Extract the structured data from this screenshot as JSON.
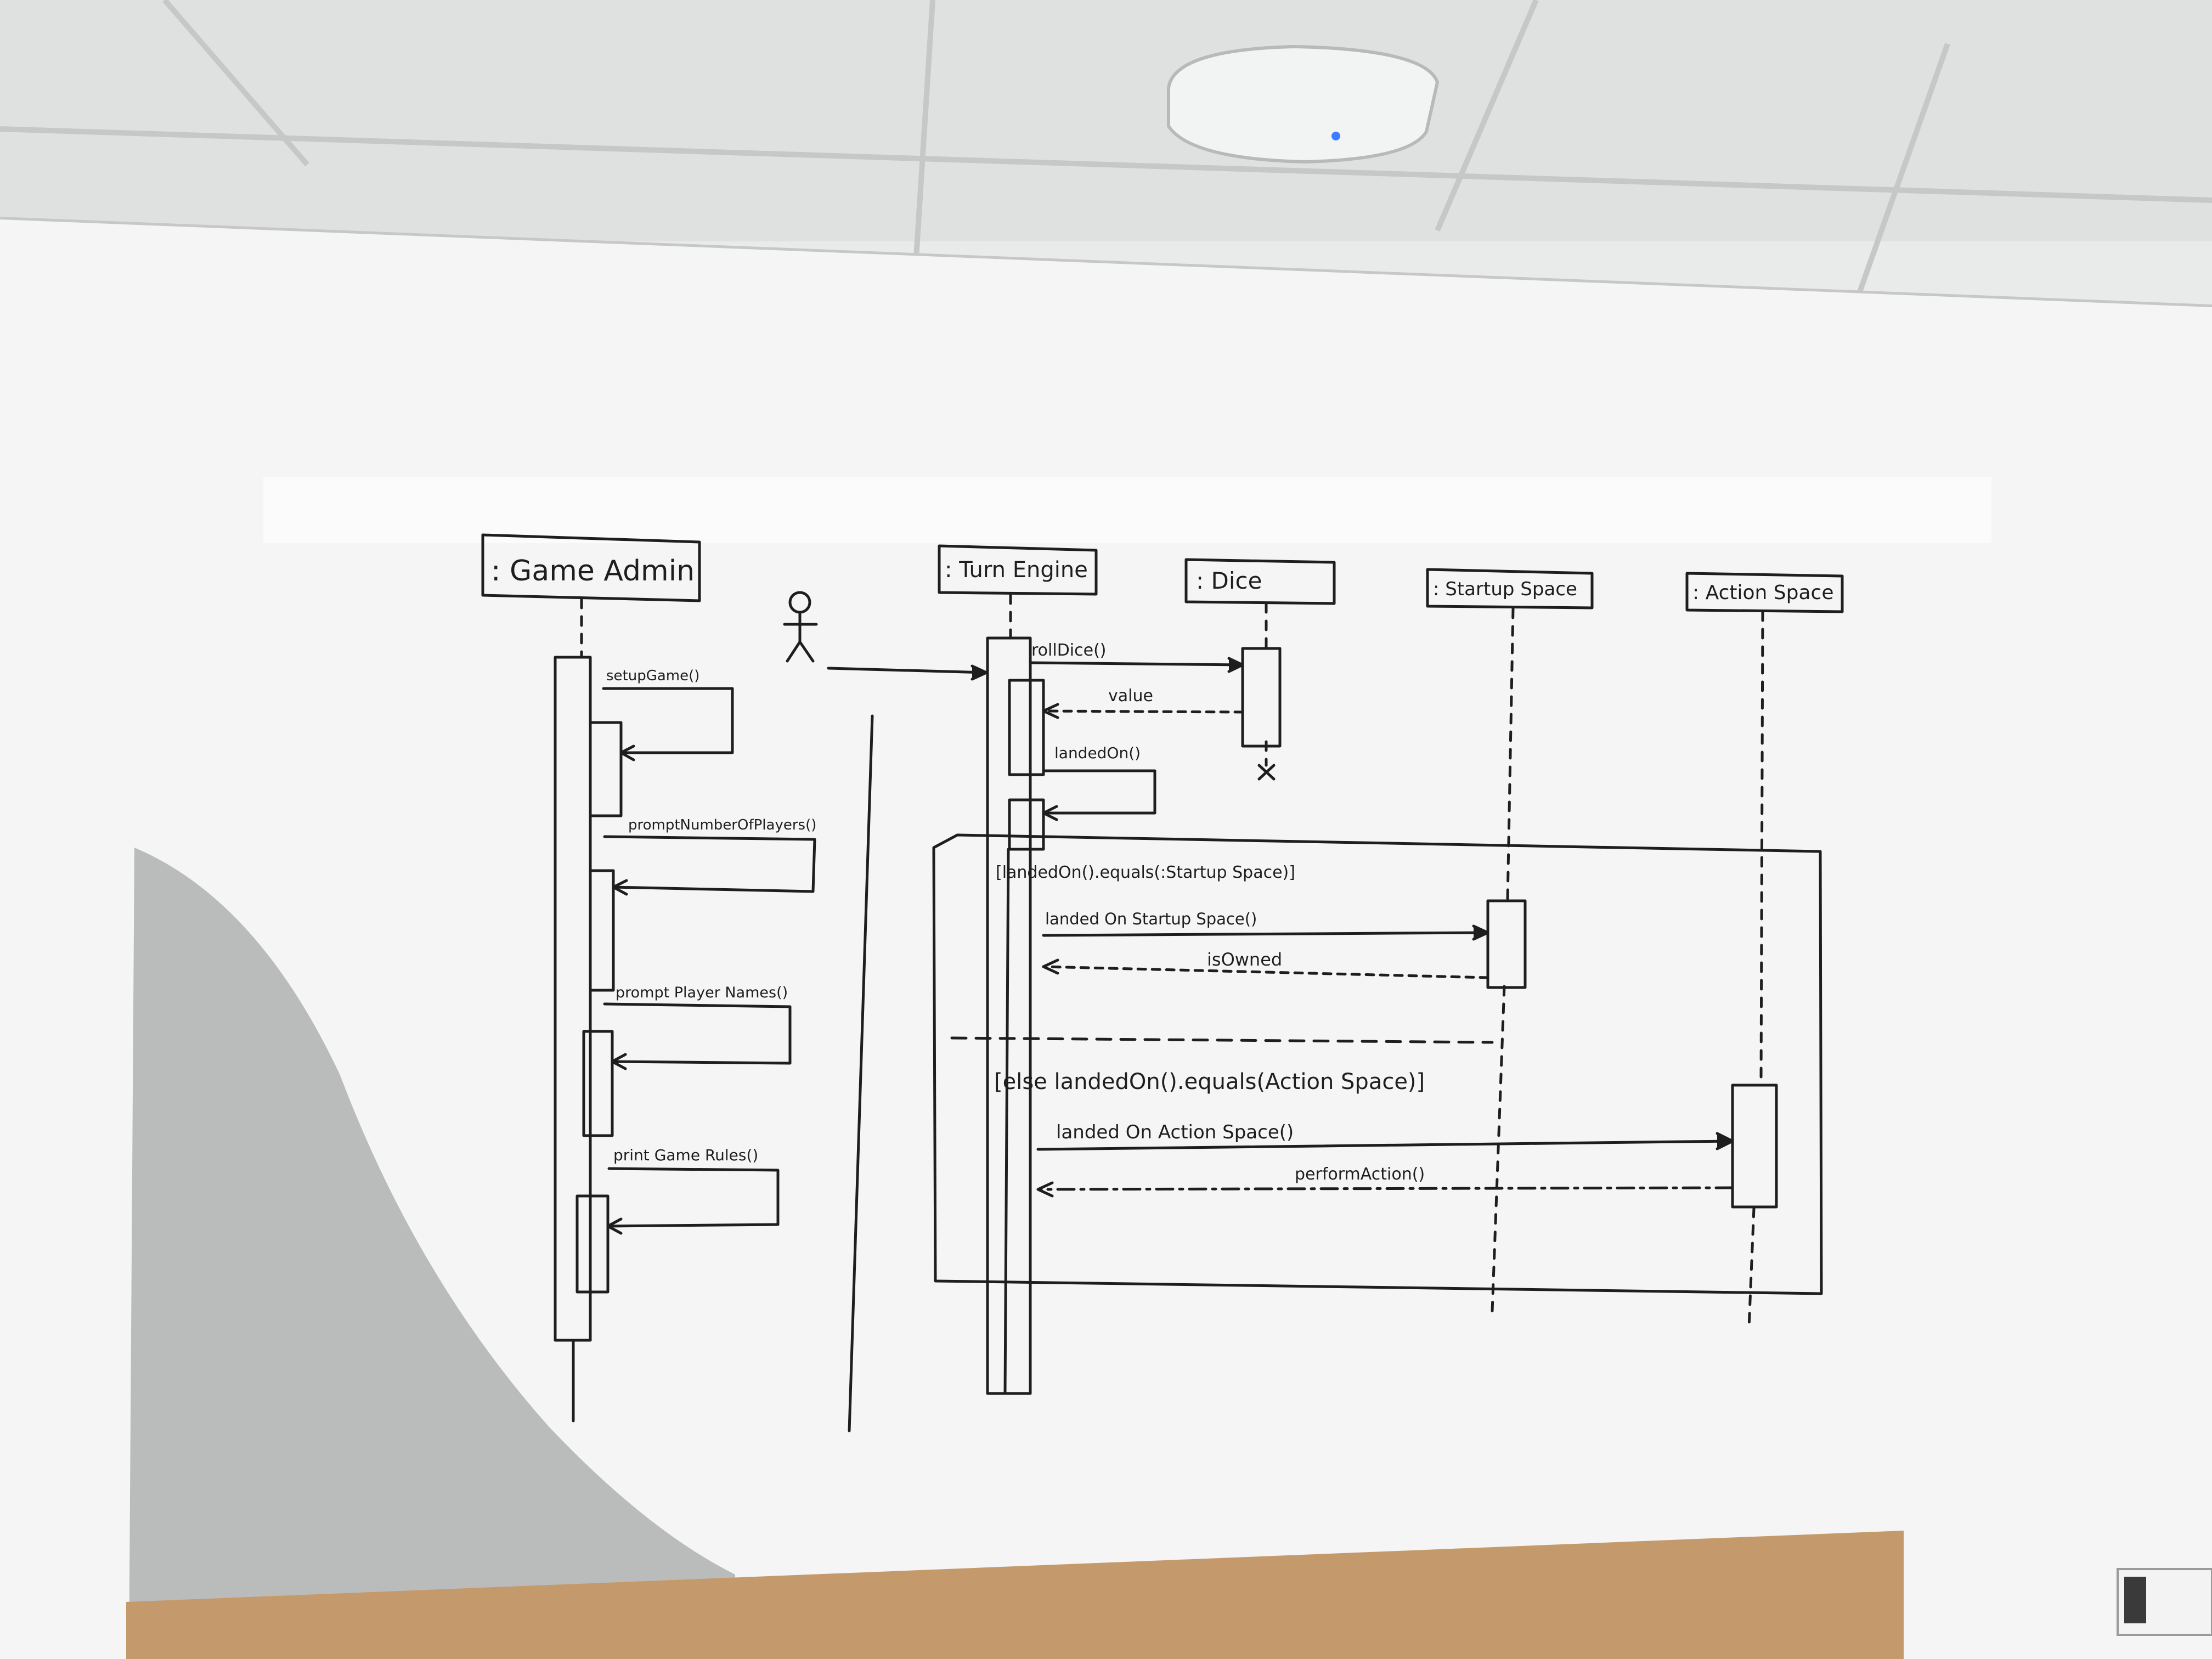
{
  "colors": {
    "ceiling": "#dfe0e0",
    "board": "#f4f5f4",
    "ink": "#1e1e1e",
    "metal": "#b9bcbb",
    "desk": "#c49a6c",
    "indicator": "#3d7bff"
  },
  "participants": [
    {
      "id": "game-admin",
      "label": ": Game Admin"
    },
    {
      "id": "turn-engine",
      "label": ": Turn Engine"
    },
    {
      "id": "dice",
      "label": ": Dice"
    },
    {
      "id": "startup-space",
      "label": ": Startup Space"
    },
    {
      "id": "action-space",
      "label": ": Action Space"
    }
  ],
  "messages": {
    "setup_game": "setupGame()",
    "prompt_number": "promptNumberOfPlayers()",
    "prompt_names": "prompt Player Names()",
    "print_rules": "print Game Rules()",
    "roll_dice": "rollDice()",
    "value": "value",
    "landed_on": "landedOn()",
    "landed_on_startup": "landed On Startup Space()",
    "is_owned": "isOwned",
    "landed_on_action": "landed On Action Space()",
    "perform_action": "performAction()"
  },
  "guards": {
    "first": "[landedOn().equals(:Startup Space)]",
    "second": "[else landedOn().equals(Action Space)]"
  }
}
